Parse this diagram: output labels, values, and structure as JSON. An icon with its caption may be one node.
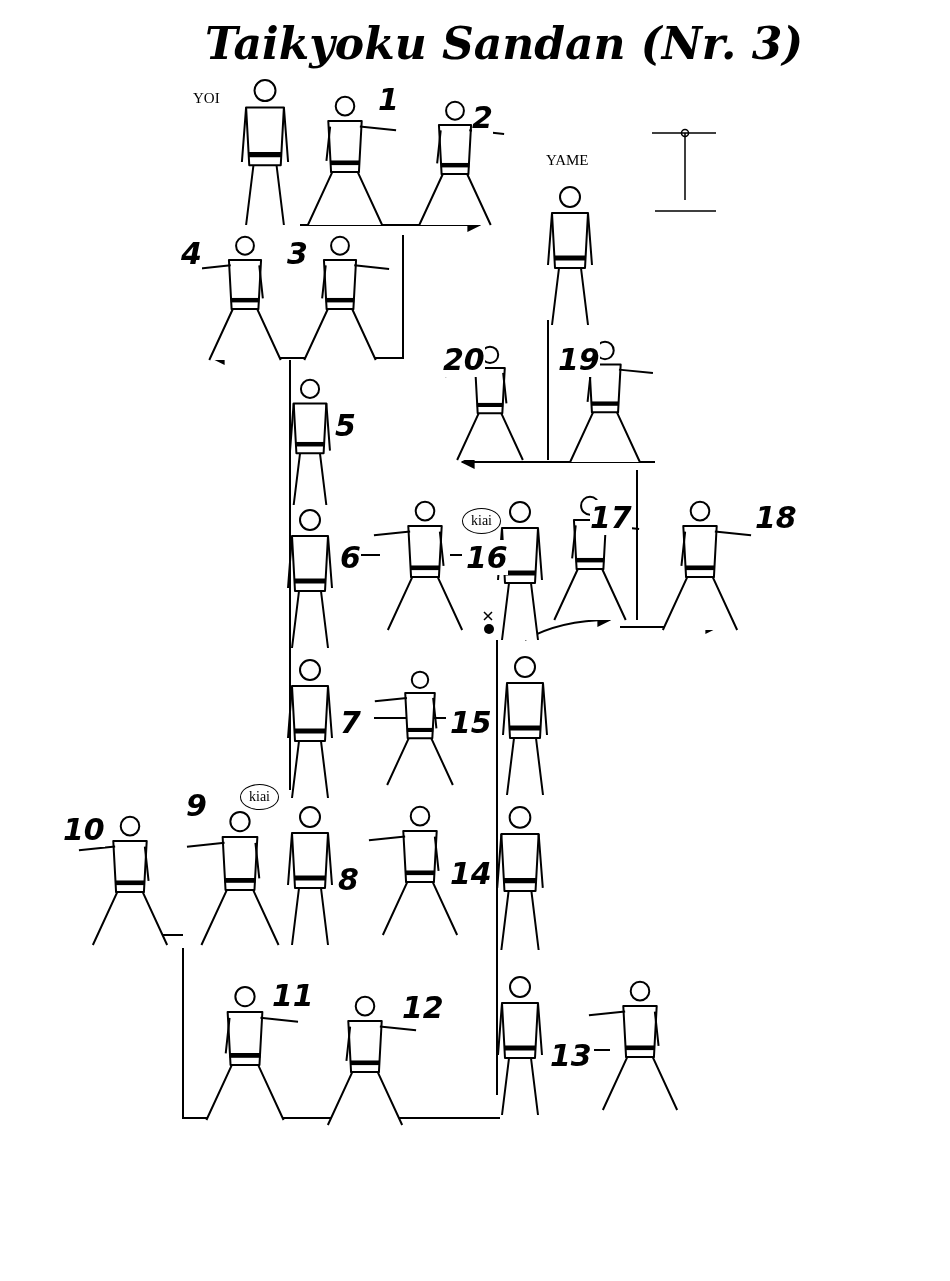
{
  "diagram": {
    "title": "Taikyoku Sandan (Nr. 3)",
    "labels": [
      "YOI",
      "1",
      "2",
      "YAME",
      "4",
      "3",
      "20",
      "19",
      "5",
      "kiai",
      "17",
      "18",
      "6",
      "16",
      "7",
      "15",
      "9",
      "kiai",
      "10",
      "8",
      "14",
      "11",
      "12",
      "13"
    ]
  }
}
